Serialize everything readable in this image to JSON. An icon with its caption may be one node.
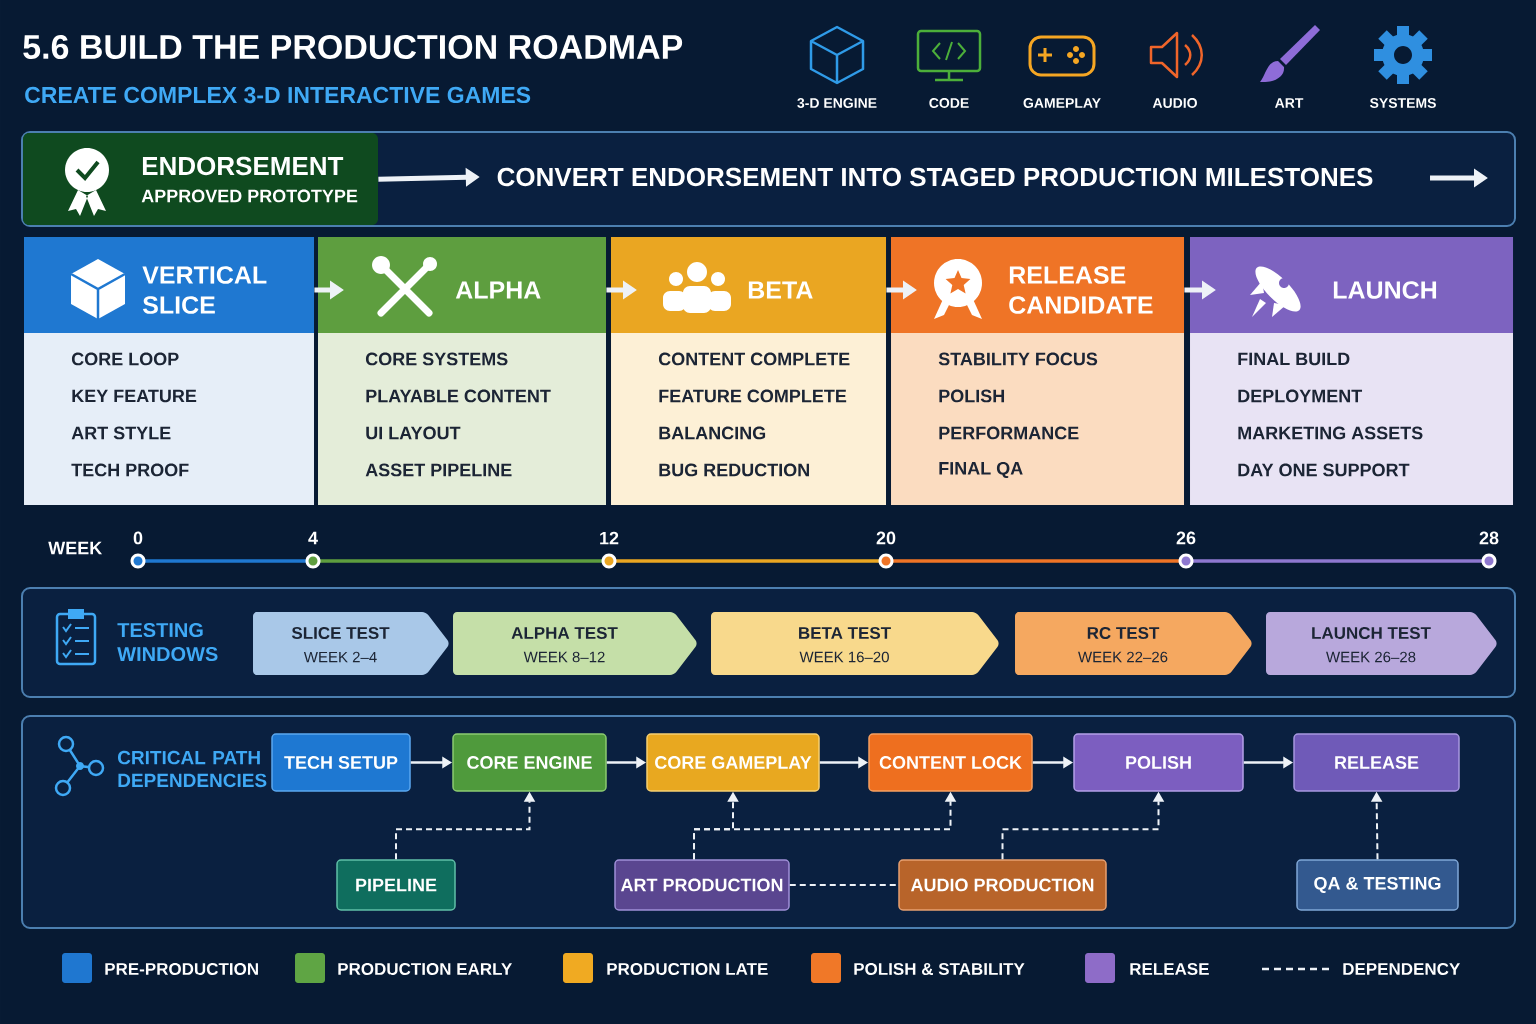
{
  "diagram": {
    "title": "5.6 BUILD THE PRODUCTION ROADMAP",
    "nodes": [
      {
        "text": [
          "ENDORSEMENT",
          "APPROVED PROTOTYPE"
        ]
      },
      {
        "text": [
          "CONVERT ENDORSEMENT INTO STAGED PRODUCTION MILESTONES"
        ]
      },
      {
        "text": [
          "VERTICAL SLICE",
          "CORE LOOP",
          "KEY FEATURE",
          "ART STYLE",
          "TECH PROOF"
        ]
      },
      {
        "text": [
          "ALPHA",
          "CORE SYSTEMS",
          "PLAYABLE CONTENT",
          "UI LAYOUT",
          "ASSET PIPELINE"
        ]
      },
      {
        "text": [
          "BETA",
          "CONTENT COMPLETE",
          "FEATURE COMPLETE",
          "BALANCING",
          "BUG REDUCTION"
        ]
      },
      {
        "text": [
          "RELEASE CANDIDATE",
          "STABILITY FOCUS",
          "POLISH",
          "PERFORMANCE",
          "FINAL QA"
        ]
      },
      {
        "text": [
          "LAUNCH",
          "FINAL BUILD",
          "DEPLOYMENT",
          "MARKETING ASSETS",
          "DAY ONE SUPPORT"
        ]
      },
      {
        "text": [
          "TESTING WINDOWS"
        ]
      },
      {
        "text": [
          "SLICE TEST",
          "WEEK 2–4"
        ],
        "in": 7
      },
      {
        "text": [
          "ALPHA TEST",
          "WEEK 8–12"
        ],
        "in": 7
      },
      {
        "text": [
          "BETA TEST",
          "WEEK 16–20"
        ],
        "in": 7
      },
      {
        "text": [
          "RC TEST",
          "WEEK 22–26"
        ],
        "in": 7
      },
      {
        "text": [
          "LAUNCH TEST",
          "WEEK 26–28"
        ],
        "in": 7
      },
      {
        "text": [
          "CRITICAL PATH DEPENDENCIES"
        ]
      },
      {
        "text": [
          "TECH SETUP"
        ],
        "in": 13
      },
      {
        "text": [
          "CORE ENGINE"
        ],
        "in": 13
      },
      {
        "text": [
          "CORE GAMEPLAY"
        ],
        "in": 13
      },
      {
        "text": [
          "CONTENT LOCK"
        ],
        "in": 13
      },
      {
        "text": [
          "POLISH"
        ],
        "in": 13
      },
      {
        "text": [
          "RELEASE"
        ],
        "in": 13
      },
      {
        "text": [
          "PIPELINE"
        ],
        "in": 13
      },
      {
        "text": [
          "ART PRODUCTION"
        ],
        "in": 13
      },
      {
        "text": [
          "AUDIO PRODUCTION"
        ],
        "in": 13
      },
      {
        "text": [
          "QA & TESTING"
        ],
        "in": 13
      }
    ],
    "edges": [
      {
        "from": 0,
        "to": 1,
        "arrow": "to",
        "style": "thick"
      },
      {
        "from": 2,
        "to": 3,
        "arrow": "to",
        "style": "thick"
      },
      {
        "from": 3,
        "to": 4,
        "arrow": "to",
        "style": "thick"
      },
      {
        "from": 4,
        "to": 5,
        "arrow": "to",
        "style": "thick"
      },
      {
        "from": 5,
        "to": 6,
        "arrow": "to",
        "style": "thick"
      },
      {
        "from": 14,
        "to": 15,
        "arrow": "to"
      },
      {
        "from": 15,
        "to": 16,
        "arrow": "to"
      },
      {
        "from": 16,
        "to": 17,
        "arrow": "to"
      },
      {
        "from": 17,
        "to": 18,
        "arrow": "to"
      },
      {
        "from": 18,
        "to": 19,
        "arrow": "to"
      },
      {
        "from": 20,
        "to": 15,
        "arrow": "to",
        "style": "dashed"
      },
      {
        "from": 21,
        "to": 16,
        "arrow": "to",
        "style": "dashed"
      },
      {
        "from": 21,
        "to": 17,
        "arrow": "to",
        "style": "dashed"
      },
      {
        "from": 22,
        "to": 18,
        "arrow": "to",
        "style": "dashed"
      },
      {
        "from": 21,
        "to": 22,
        "arrow": "none",
        "style": "dashed"
      },
      {
        "from": 23,
        "to": 19,
        "arrow": "to",
        "style": "dashed"
      }
    ],
    "labels": [
      "CREATE COMPLEX 3-D INTERACTIVE GAMES",
      "3-D ENGINE",
      "CODE",
      "GAMEPLAY",
      "AUDIO",
      "ART",
      "SYSTEMS",
      "WEEK",
      "0",
      "4",
      "12",
      "20",
      "26",
      "28"
    ],
    "legend": [
      {
        "text": "PRE-PRODUCTION",
        "color": "#1f77d0"
      },
      {
        "text": "PRODUCTION EARLY",
        "color": "#5fa544"
      },
      {
        "text": "PRODUCTION LATE",
        "color": "#f0aa22"
      },
      {
        "text": "POLISH & STABILITY",
        "color": "#f07828"
      },
      {
        "text": "RELEASE",
        "color": "#8e6cc8"
      },
      {
        "text": "DEPENDENCY"
      }
    ]
  }
}
